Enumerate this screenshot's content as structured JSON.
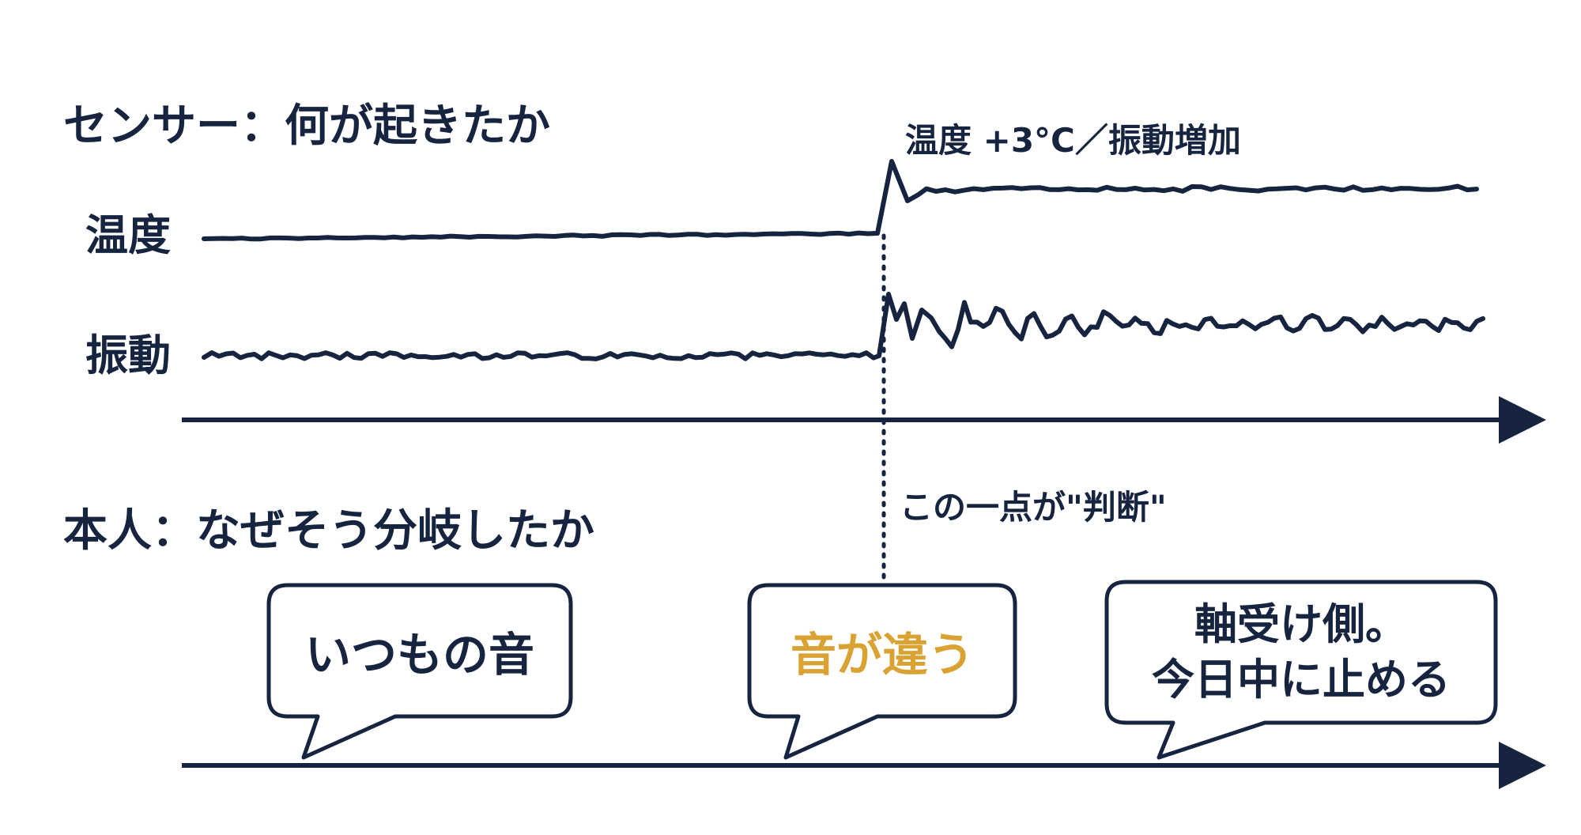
{
  "sensor": {
    "heading": "センサー：何が起きたか",
    "label_temperature": "温度",
    "label_vibration": "振動",
    "annotation": "温度 +3°C／振動増加"
  },
  "person": {
    "heading": "本人：なぜそう分岐したか",
    "annotation": "この一点が\"判断\""
  },
  "bubbles": [
    {
      "lines": [
        "いつもの音"
      ],
      "color": "#16243f"
    },
    {
      "lines": [
        "音が違う"
      ],
      "color": "#d9a233"
    },
    {
      "lines": [
        "軸受け側。",
        "今日中に止める"
      ],
      "color": "#16243f"
    }
  ],
  "colors": {
    "ink": "#16243f",
    "accent": "#d9a233",
    "background": "#ffffff"
  }
}
